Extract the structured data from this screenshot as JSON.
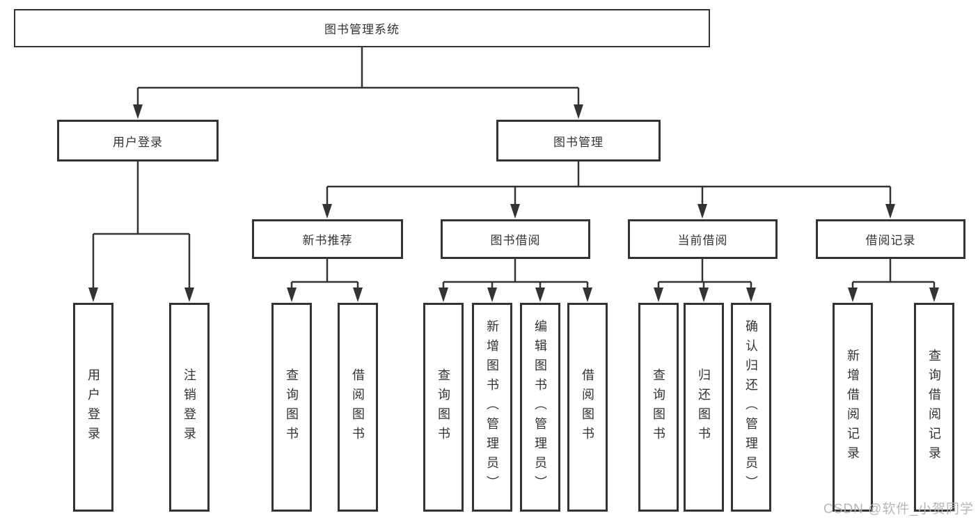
{
  "diagram": {
    "title": "图书管理系统",
    "root": {
      "label": "图书管理系统"
    },
    "level2": [
      {
        "label": "用户登录",
        "children": [
          {
            "label": "用户登录"
          },
          {
            "label": "注销登录"
          }
        ]
      },
      {
        "label": "图书管理",
        "children": [
          {
            "label": "新书推荐",
            "children": [
              {
                "label": "查询图书"
              },
              {
                "label": "借阅图书"
              }
            ]
          },
          {
            "label": "图书借阅",
            "children": [
              {
                "label": "查询图书"
              },
              {
                "label": "新增图书（管理员）"
              },
              {
                "label": "编辑图书（管理员）"
              },
              {
                "label": "借阅图书"
              }
            ]
          },
          {
            "label": "当前借阅",
            "children": [
              {
                "label": "查询图书"
              },
              {
                "label": "归还图书"
              },
              {
                "label": "确认归还（管理员）"
              }
            ]
          },
          {
            "label": "借阅记录",
            "children": [
              {
                "label": "新增借阅记录"
              },
              {
                "label": "查询借阅记录"
              }
            ]
          }
        ]
      }
    ]
  },
  "watermark": {
    "text": "CSDN @软件_小贺同学"
  },
  "colors": {
    "line": "#333333",
    "box_border": "#333333",
    "text": "#333333",
    "watermark": "#b2b2b2",
    "background": "#ffffff"
  }
}
